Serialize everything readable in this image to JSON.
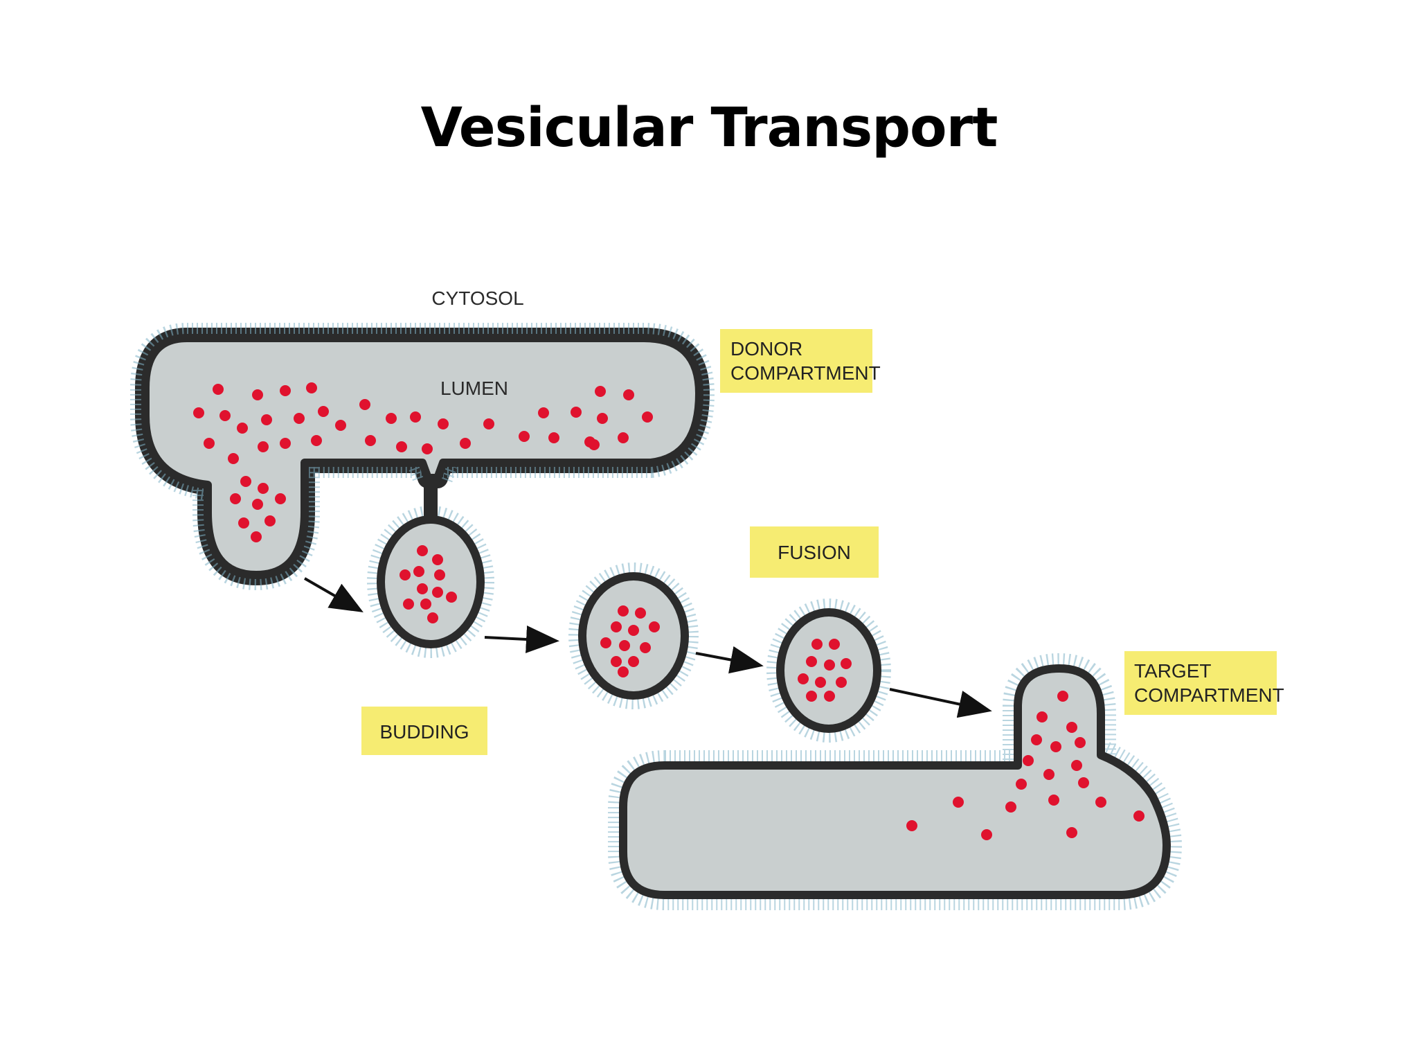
{
  "title": "Vesicular Transport",
  "labels": {
    "cytosol": "CYTOSOL",
    "lumen": "LUMEN",
    "donor_line1": "DONOR",
    "donor_line2": "COMPARTMENT",
    "fusion": "FUSION",
    "budding": "BUDDING",
    "target_line1": "TARGET",
    "target_line2": "COMPARTMENT"
  },
  "colors": {
    "membrane_dark": "#2b2b2b",
    "lumen_fill": "#c9cfcf",
    "cargo": "#e0122e",
    "label_box": "#f6ec72",
    "arrow": "#111111"
  }
}
